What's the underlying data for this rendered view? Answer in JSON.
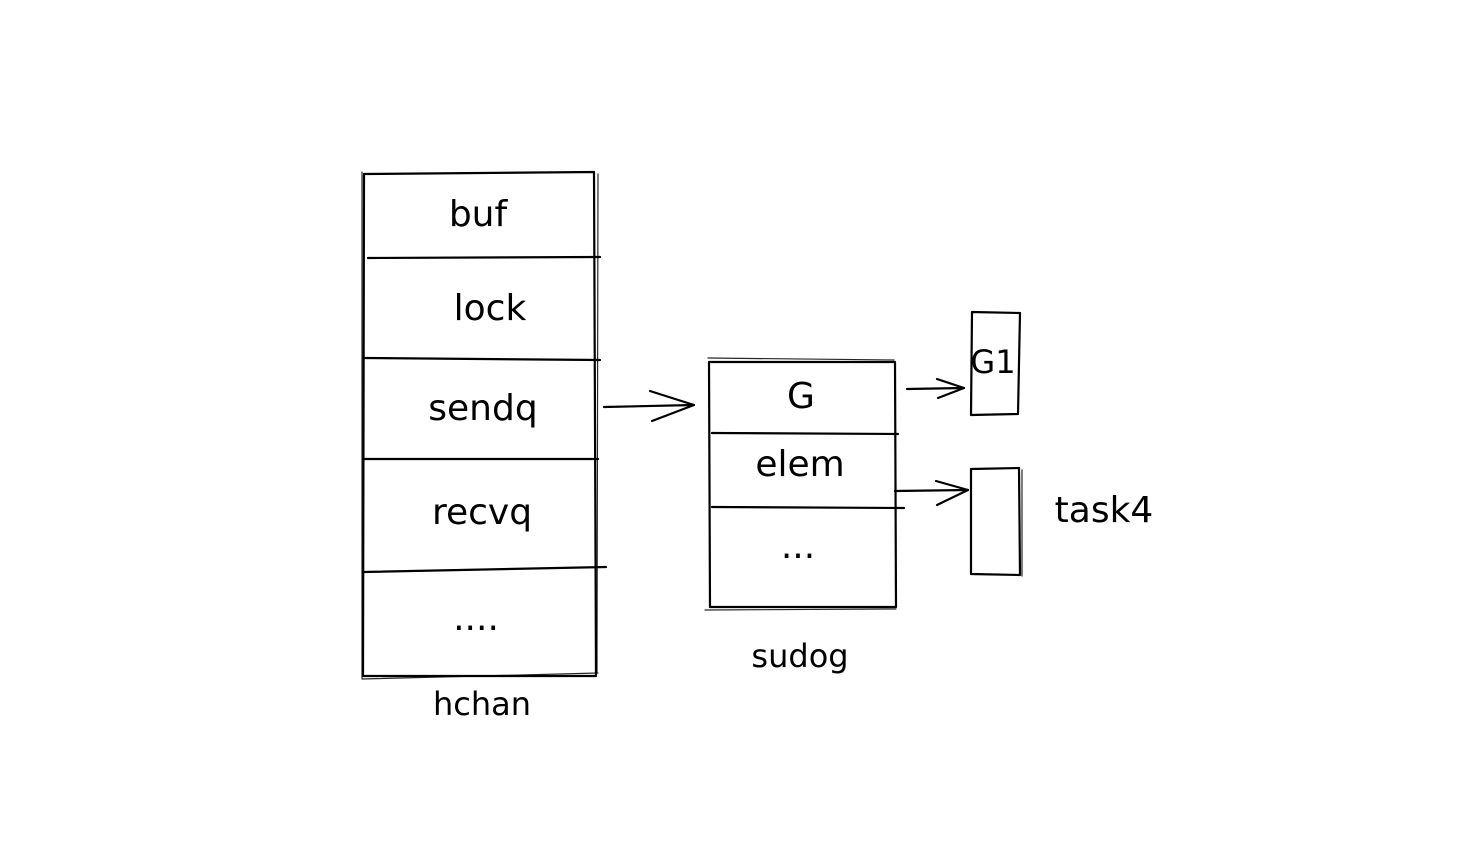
{
  "diagram": {
    "hchan": {
      "caption": "hchan",
      "fields": [
        "buf",
        "lock",
        "sendq",
        "recvq",
        "...."
      ]
    },
    "sudog": {
      "caption": "sudog",
      "fields": [
        "G",
        "elem",
        "..."
      ]
    },
    "g1_box": {
      "label": "G1"
    },
    "task_box": {
      "caption": "task4"
    },
    "edges": [
      {
        "from": "hchan.sendq",
        "to": "sudog"
      },
      {
        "from": "sudog.G",
        "to": "G1"
      },
      {
        "from": "sudog.elem",
        "to": "task4"
      }
    ],
    "colors": {
      "stroke": "#000000",
      "background": "#ffffff"
    }
  }
}
